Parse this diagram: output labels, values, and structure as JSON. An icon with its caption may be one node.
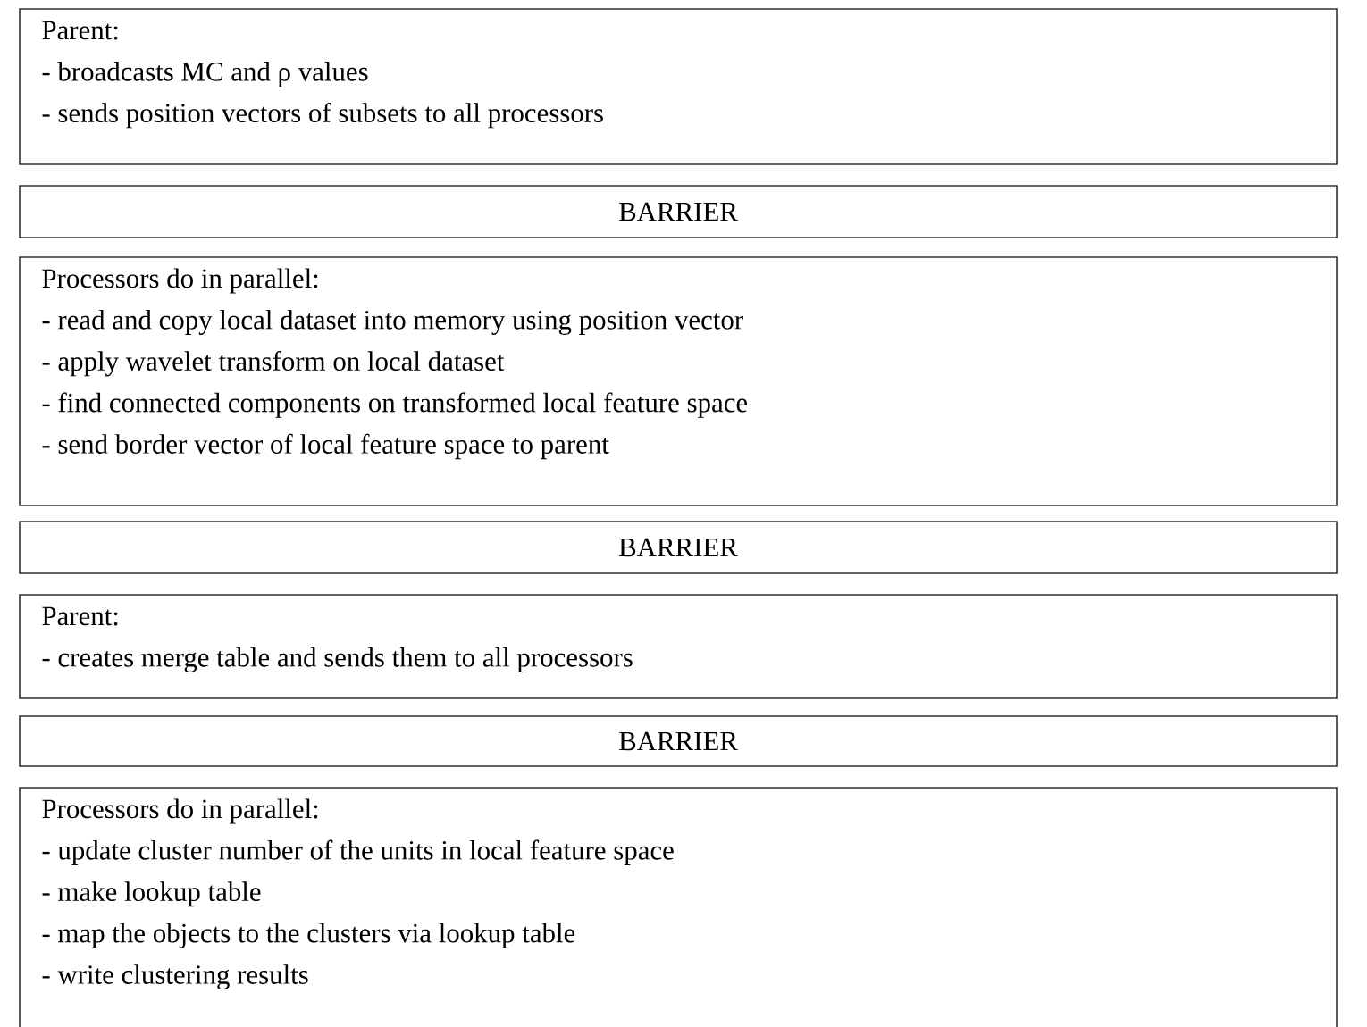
{
  "diagram": {
    "nodes": [
      {
        "text": [
          "Parent:",
          "- broadcasts MC and ρ values",
          "- sends position vectors of subsets to all processors"
        ]
      },
      {
        "text": [
          "BARRIER"
        ]
      },
      {
        "text": [
          "Processors do in parallel:",
          "- read and copy local dataset into memory using position vector",
          "- apply wavelet transform on local dataset",
          "- find connected components on transformed local feature space",
          "- send border vector of local feature space to parent"
        ]
      },
      {
        "text": [
          "BARRIER"
        ]
      },
      {
        "text": [
          "Parent:",
          "- creates merge table and sends them to all processors"
        ]
      },
      {
        "text": [
          "BARRIER"
        ]
      },
      {
        "text": [
          "Processors do in parallel:",
          "- update cluster number of the units in local feature space",
          "- make lookup table",
          "- map the objects to the clusters via lookup table",
          "- write clustering results"
        ]
      }
    ]
  }
}
